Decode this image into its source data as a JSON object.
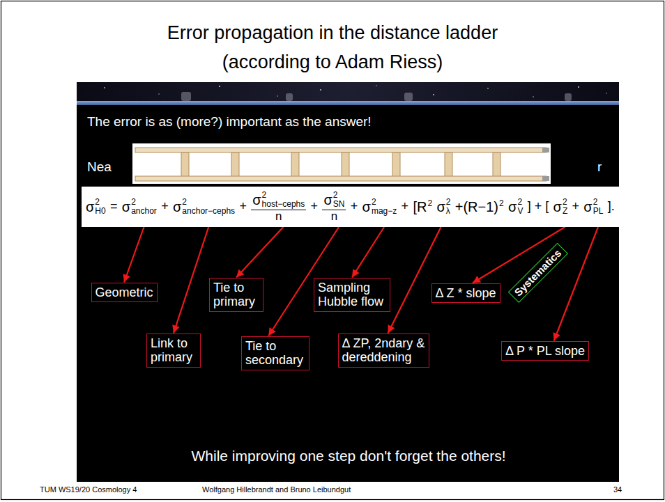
{
  "diagram": {
    "title": "Error propagation in the distance ladder (according to Adam Riess)",
    "nodes": [
      {
        "text": [
          "The error is as (more?) important as the answer!",
          "While improving one step don't forget the others!"
        ]
      },
      {
        "text": [
          "σ",
          "2",
          "H0",
          "=",
          "σ",
          "2",
          "anchor",
          "+",
          "σ",
          "2",
          "anchor−cephs",
          "+",
          "σ",
          "2",
          "host−cephs",
          "n",
          "+",
          "σ",
          "2",
          "SN",
          "n",
          "+",
          "σ",
          "2",
          "mag−z",
          "+",
          "[R",
          "2",
          "σ",
          "2",
          "λ",
          "+(R−1)",
          "2",
          "σ",
          "2",
          "V",
          "] + [",
          "σ",
          "2",
          "Z",
          "+",
          "σ",
          "2",
          "PL",
          "]."
        ],
        "in": 0
      },
      {
        "text": [
          "Geometric"
        ],
        "in": 0
      },
      {
        "text": [
          "Tie to primary"
        ],
        "in": 0
      },
      {
        "text": [
          "Sampling Hubble flow"
        ],
        "in": 0
      },
      {
        "text": [
          "Δ Z * slope"
        ],
        "in": 0
      },
      {
        "text": [
          "Systematics"
        ],
        "in": 0
      },
      {
        "text": [
          "Link to primary"
        ],
        "in": 0
      },
      {
        "text": [
          "Tie to secondary"
        ],
        "in": 0
      },
      {
        "text": [
          "Δ ZP, 2ndary & dereddening"
        ],
        "in": 0
      },
      {
        "text": [
          "Δ P * PL slope"
        ],
        "in": 0
      }
    ],
    "edges": [
      {
        "from": 1,
        "to": 2,
        "arrow": "to"
      },
      {
        "from": 1,
        "to": 7,
        "arrow": "to"
      },
      {
        "from": 1,
        "to": 3,
        "arrow": "to"
      },
      {
        "from": 1,
        "to": 8,
        "arrow": "to"
      },
      {
        "from": 1,
        "to": 4,
        "arrow": "to"
      },
      {
        "from": 1,
        "to": 9,
        "arrow": "to"
      },
      {
        "from": 1,
        "to": 5,
        "arrow": "to"
      },
      {
        "from": 1,
        "to": 10,
        "arrow": "to"
      }
    ],
    "labels": [
      "Nea",
      "r",
      "TUM WS19/20 Cosmology 4",
      "Wolfgang Hillebrandt and Bruno Leibundgut",
      "34"
    ]
  }
}
